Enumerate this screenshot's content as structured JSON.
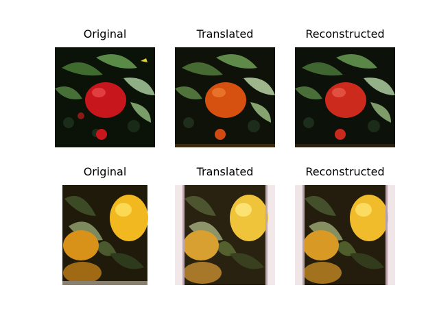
{
  "rows": [
    {
      "subject": "red apple on branch",
      "panels": [
        {
          "title": "Original",
          "palette": {
            "bg": "#0b1208",
            "leaf": "#3f6b2f",
            "leaf_light": "#8fae86",
            "fruit": "#c8161d",
            "fruit_hi": "#f25a5a"
          }
        },
        {
          "title": "Translated",
          "palette": {
            "bg": "#0e1209",
            "leaf": "#476a33",
            "leaf_light": "#9fb68c",
            "fruit": "#d6500f",
            "fruit_hi": "#f08a3a"
          }
        },
        {
          "title": "Reconstructed",
          "palette": {
            "bg": "#0c110a",
            "leaf": "#3f6630",
            "leaf_light": "#94b088",
            "fruit": "#cc2a1c",
            "fruit_hi": "#ee6a58"
          }
        }
      ]
    },
    {
      "subject": "oranges with leaves",
      "panels": [
        {
          "title": "Original",
          "palette": {
            "bg": "#1f1a0a",
            "leaf": "#3d4a26",
            "leaf_light": "#7d8a5e",
            "fruit": "#f2b820",
            "fruit_hi": "#ffe76a"
          }
        },
        {
          "title": "Translated",
          "palette": {
            "bg": "#2a2210",
            "leaf": "#4d5530",
            "leaf_light": "#8d946a",
            "fruit": "#f0c43a",
            "fruit_hi": "#fff08a"
          }
        },
        {
          "title": "Reconstructed",
          "palette": {
            "bg": "#241d0d",
            "leaf": "#44502b",
            "leaf_light": "#858f62",
            "fruit": "#f0bc2c",
            "fruit_hi": "#ffea78"
          }
        }
      ]
    }
  ]
}
